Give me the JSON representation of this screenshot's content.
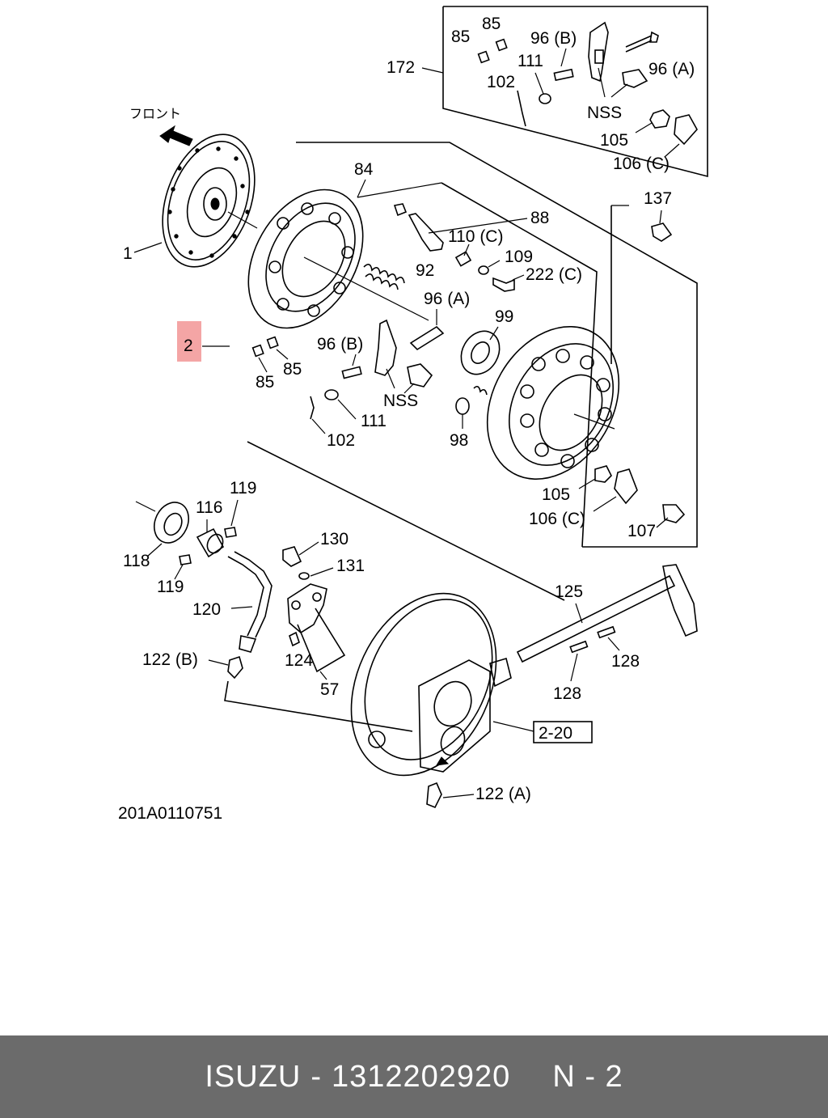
{
  "diagram": {
    "front_label": "フロント",
    "drawing_code": "201A0110751",
    "callouts": {
      "c1": "1",
      "c2": "2",
      "c84": "84",
      "c85a": "85",
      "c85b": "85",
      "c88": "88",
      "c92": "92",
      "c96a": "96 (A)",
      "c96b": "96 (B)",
      "c98": "98",
      "c99": "99",
      "c102": "102",
      "c105": "105",
      "c106c": "106 (C)",
      "c107": "107",
      "c109": "109",
      "c110c": "110 (C)",
      "c111": "111",
      "c222c": "222 (C)",
      "cnss": "NSS",
      "c137": "137",
      "c172": "172",
      "t85a": "85",
      "t85b": "85",
      "t96b": "96 (B)",
      "t96a": "96 (A)",
      "t111": "111",
      "t102": "102",
      "tnss": "NSS",
      "t105": "105",
      "t106c": "106 (C)",
      "c116": "116",
      "c118": "118",
      "c119a": "119",
      "c119b": "119",
      "c120": "120",
      "c122b": "122 (B)",
      "c124": "124",
      "c57": "57",
      "c130": "130",
      "c131": "131",
      "c125": "125",
      "c128a": "128",
      "c128b": "128",
      "c2_20": "2-20",
      "c122a": "122 (A)"
    }
  },
  "footer": {
    "brand": "ISUZU",
    "separator": "-",
    "part_number": "1312202920",
    "page_ref": "N - 2"
  },
  "colors": {
    "highlight": "#f4a5a5",
    "footer_bg": "#6b6b6b",
    "footer_text": "#ffffff"
  }
}
